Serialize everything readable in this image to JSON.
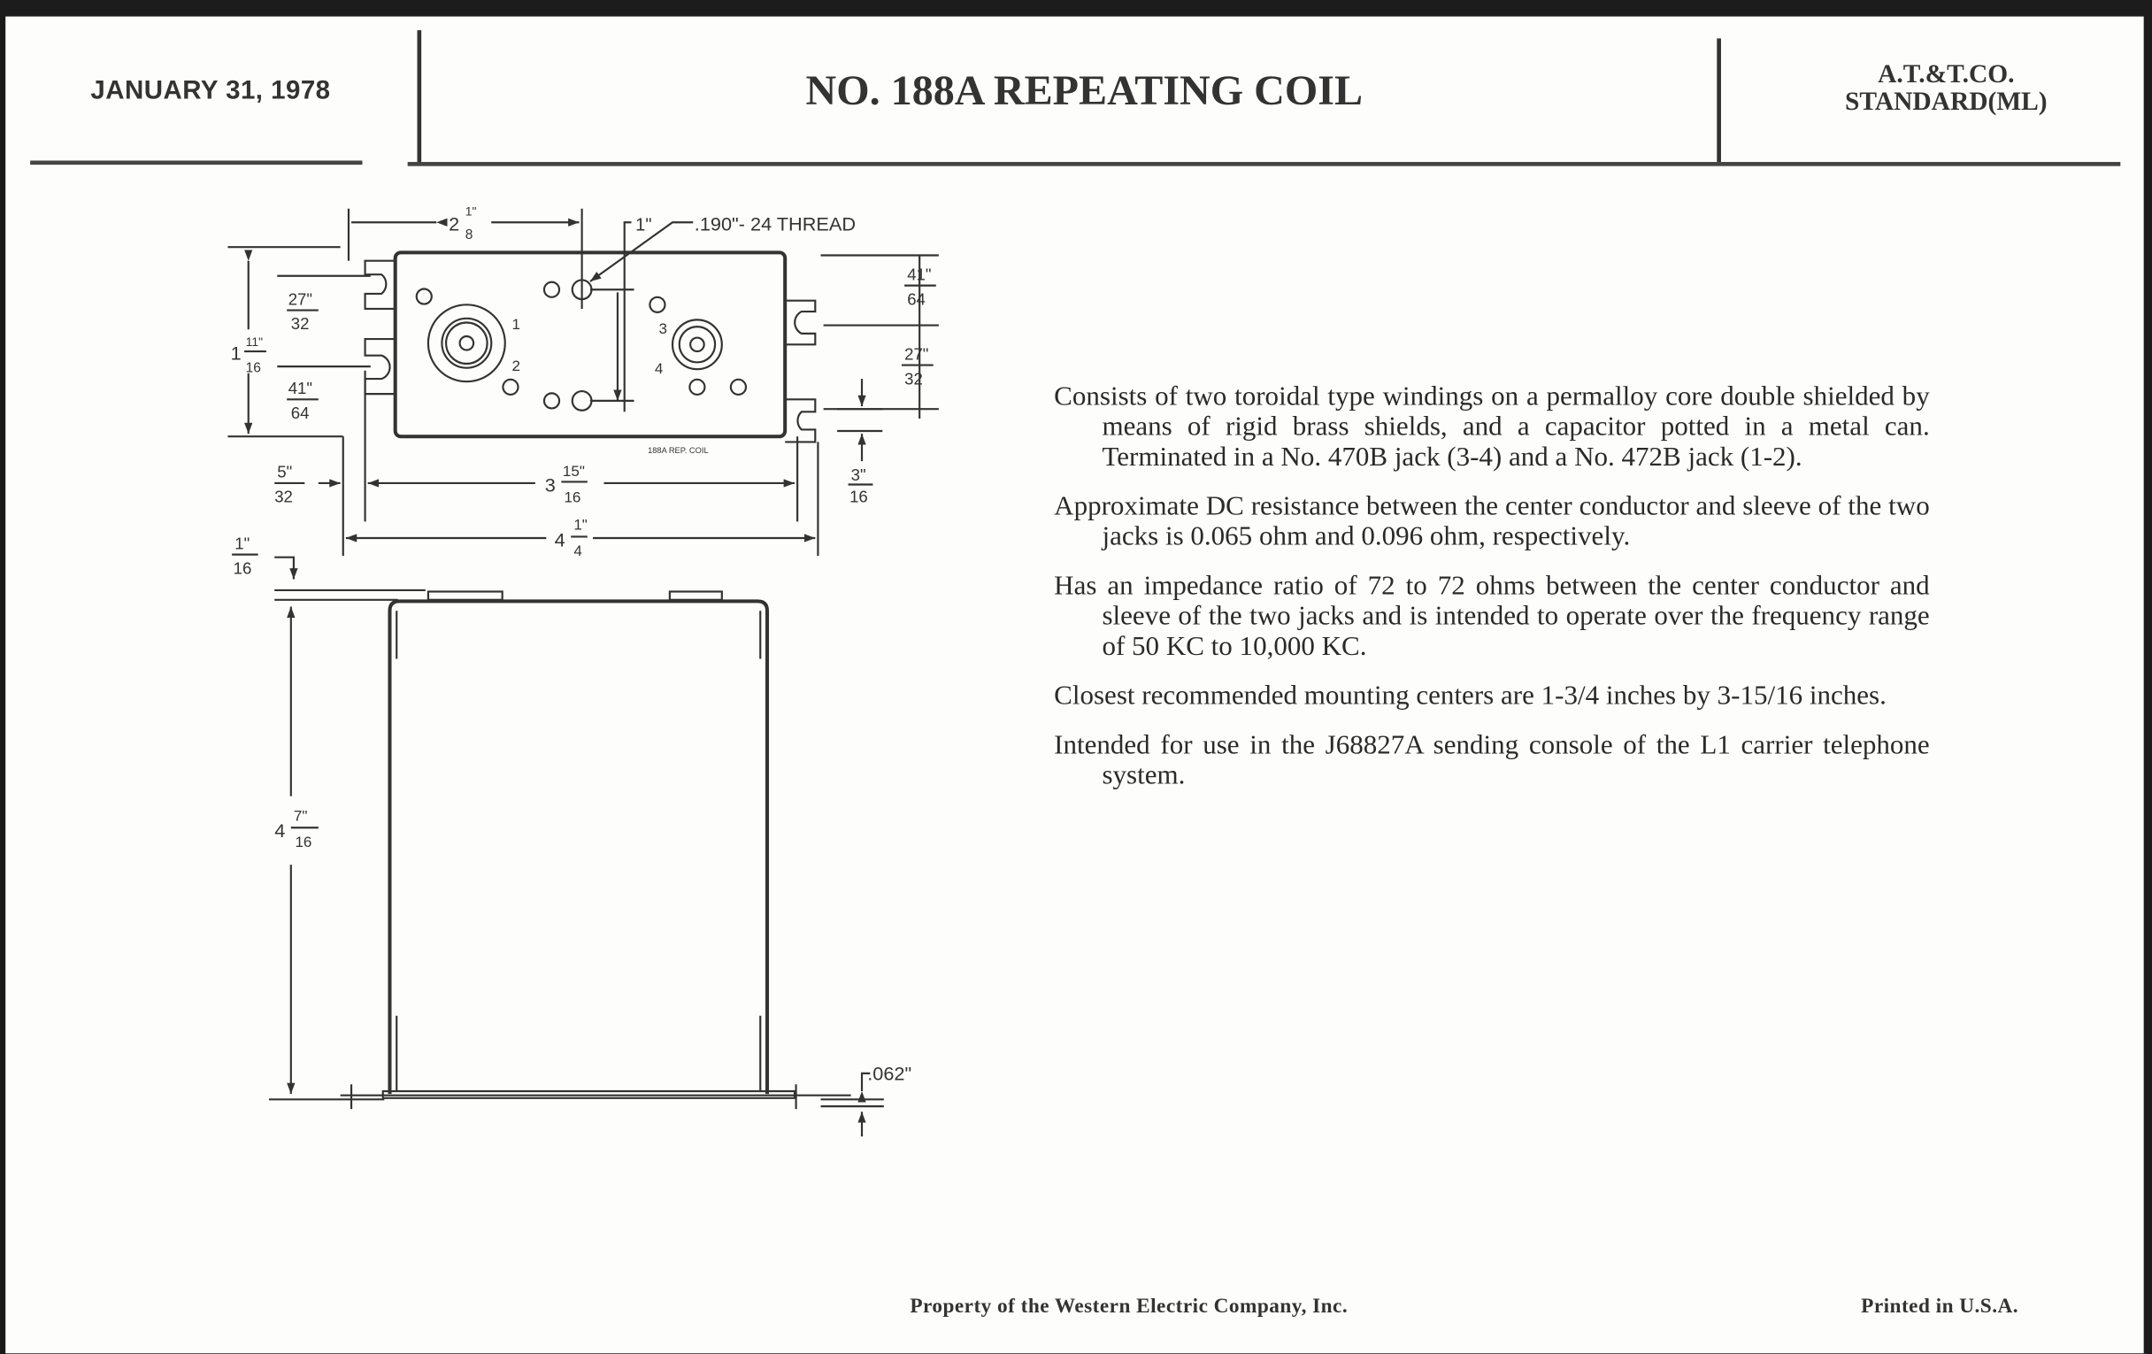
{
  "header": {
    "date": "JANUARY 31, 1978",
    "title": "NO. 188A REPEATING COIL",
    "standard_line1": "A.T.&T.CO.",
    "standard_line2": "STANDARD(ML)"
  },
  "drawing": {
    "thread_note": ".190\"- 24 THREAD",
    "one_inch": "1\"",
    "part_marking": "188A REP. COIL",
    "jack_labels": [
      "1",
      "2",
      "3",
      "4"
    ],
    "height_offset": ".062\"",
    "dims": {
      "top_width": {
        "whole": "2",
        "num": "1\"",
        "den": "8"
      },
      "left_height": {
        "whole": "1",
        "num": "11\"",
        "den": "16"
      },
      "left_upper": {
        "num": "27\"",
        "den": "32"
      },
      "left_lower": {
        "num": "41\"",
        "den": "64"
      },
      "right_upper": {
        "num": "41\"",
        "den": "64"
      },
      "right_lower": {
        "num": "27\"",
        "den": "32"
      },
      "right_slot": {
        "num": "3\"",
        "den": "16"
      },
      "left_offset": {
        "num": "5\"",
        "den": "32"
      },
      "mounting": {
        "whole": "3",
        "num": "15\"",
        "den": "16"
      },
      "overall": {
        "whole": "4",
        "num": "1\"",
        "den": "4"
      },
      "lid": {
        "num": "1\"",
        "den": "16"
      },
      "can_height": {
        "whole": "4",
        "num": "7\"",
        "den": "16"
      }
    }
  },
  "paragraphs": [
    "Consists of two toroidal type windings on a permalloy core double shielded by means of rigid brass shields, and a capacitor potted in a metal can. Terminated in a No. 470B jack (3-4) and a No. 472B jack (1-2).",
    "Approximate DC resistance between the center conductor and sleeve of the two jacks is 0.065 ohm and 0.096 ohm, respectively.",
    "Has an impedance ratio of 72 to 72 ohms between the center conductor and sleeve of the two jacks and is intended to operate over the frequency range of 50 KC to 10,000 KC.",
    "Closest recommended mounting centers are 1-3/4 inches by 3-15/16 inches.",
    "Intended for use in the J68827A sending console of the L1 carrier telephone system."
  ],
  "footer": {
    "property": "Property of the Western Electric Company, Inc.",
    "printed": "Printed in U.S.A."
  }
}
